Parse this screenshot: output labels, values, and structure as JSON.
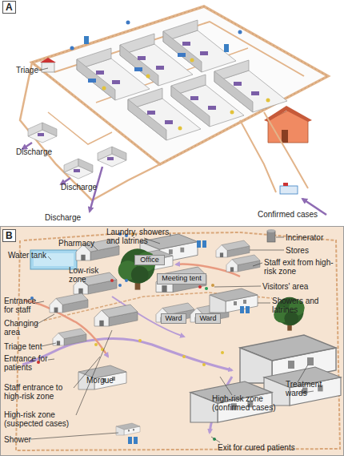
{
  "diagram": {
    "nodes": [
      {
        "text": [
          "Office"
        ]
      },
      {
        "text": [
          "Meeting tent"
        ]
      },
      {
        "text": [
          "Ward"
        ]
      },
      {
        "text": [
          "Ward"
        ]
      }
    ],
    "labels": [
      "A",
      "Triage",
      "Discharge",
      "Discharge",
      "Discharge",
      "Confirmed cases",
      "B",
      "Laundry, showers, and latrines",
      "Incinerator",
      "Pharmacy",
      "Stores",
      "Water tank",
      "Staff exit from high-risk zone",
      "Low-risk zone",
      "Visitors' area",
      "Showers and latrines",
      "Entrance for staff",
      "Changing area",
      "Triage tent",
      "Entrance for patients",
      "Morgue",
      "Staff entrance to high-risk zone",
      "High-risk zone (suspected cases)",
      "Shower",
      "High-risk zone (confirmed cases)",
      "Treatment wards",
      "Exit for cured patients"
    ]
  }
}
